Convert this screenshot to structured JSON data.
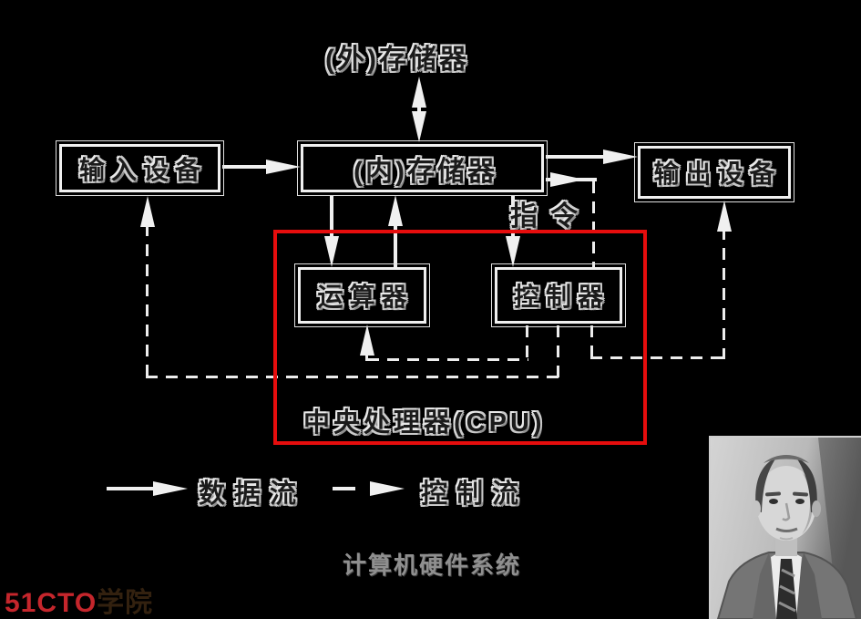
{
  "diagram": {
    "external_storage_label": "(外)存储器",
    "boxes": {
      "input_device": "输入设备",
      "internal_memory": "(内)存储器",
      "output_device": "输出设备",
      "alu": "运算器",
      "control_unit": "控制器"
    },
    "instruction_label": "指令",
    "cpu_region_label": "中央处理器(CPU)",
    "colors": {
      "background": "#000000",
      "line": "#f0f0f0",
      "cpu_border": "#e60d0d",
      "caption_grey": "#8f8f8f",
      "logo_red": "#c5262c",
      "logo_dark": "#33210f"
    }
  },
  "legend": {
    "data_flow_label": "数据流",
    "control_flow_label": "控制流"
  },
  "caption": "计算机硬件系统",
  "logo": {
    "brand": "51CTO",
    "suffix": "学院"
  }
}
